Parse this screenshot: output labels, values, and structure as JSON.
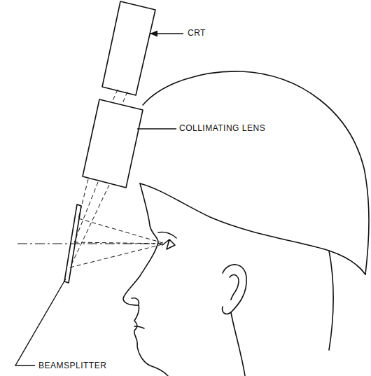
{
  "diagram": {
    "labels": [
      "CRT",
      "COLLIMATING LENS",
      "BEAMSPLITTER"
    ]
  }
}
